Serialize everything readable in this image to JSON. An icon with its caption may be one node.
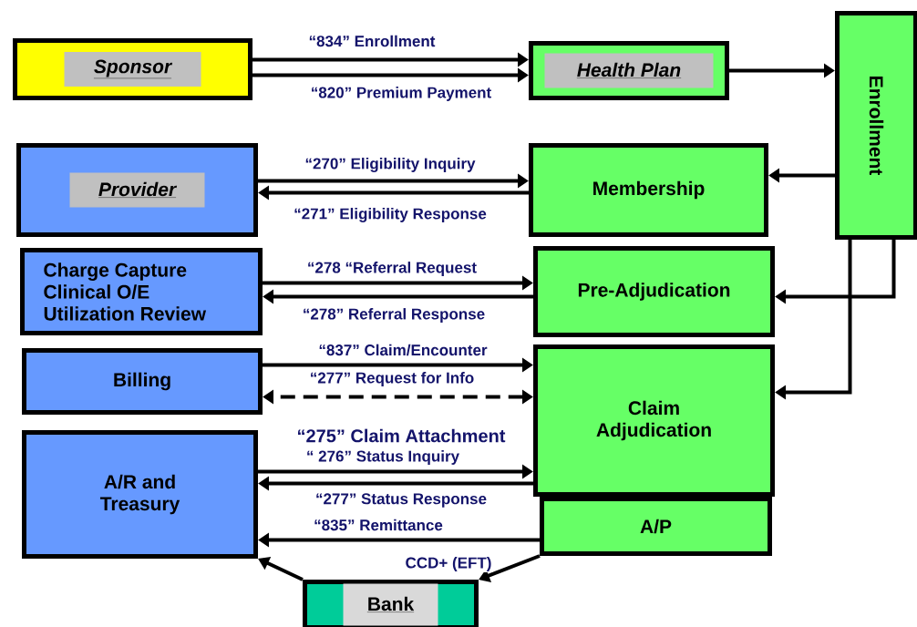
{
  "diagram": {
    "nodes": [
      {
        "text": [
          "Sponsor"
        ]
      },
      {
        "text": [
          "Health Plan"
        ]
      },
      {
        "text": [
          "Enrollment"
        ]
      },
      {
        "text": [
          "Provider"
        ]
      },
      {
        "text": [
          "Membership"
        ]
      },
      {
        "text": [
          "Charge Capture Clinical O/E Utilization Review"
        ]
      },
      {
        "text": [
          "Pre-Adjudication"
        ]
      },
      {
        "text": [
          "Billing"
        ]
      },
      {
        "text": [
          "Claim Adjudication"
        ]
      },
      {
        "text": [
          "A/R and Treasury"
        ]
      },
      {
        "text": [
          "A/P"
        ]
      },
      {
        "text": [
          "Bank"
        ]
      }
    ],
    "edges": [
      {
        "from": 0,
        "to": 1,
        "arrow": "to",
        "label": "“834” Enrollment"
      },
      {
        "from": 0,
        "to": 1,
        "arrow": "to",
        "label": "“820” Premium Payment"
      },
      {
        "from": 1,
        "to": 2,
        "arrow": "to"
      },
      {
        "from": 2,
        "to": 4,
        "arrow": "to"
      },
      {
        "from": 3,
        "to": 4,
        "arrow": "to",
        "label": "“270” Eligibility Inquiry"
      },
      {
        "from": 4,
        "to": 3,
        "arrow": "to",
        "label": "“271” Eligibility Response"
      },
      {
        "from": 5,
        "to": 6,
        "arrow": "to",
        "label": "“278 “Referral Request"
      },
      {
        "from": 6,
        "to": 5,
        "arrow": "to",
        "label": "“278” Referral Response"
      },
      {
        "from": 2,
        "to": 6,
        "arrow": "to"
      },
      {
        "from": 2,
        "to": 8,
        "arrow": "to"
      },
      {
        "from": 7,
        "to": 8,
        "arrow": "to",
        "label": "“837” Claim/Encounter"
      },
      {
        "from": 8,
        "to": 7,
        "arrow": "both",
        "label": "“277” Request for Info",
        "style": "dashed"
      },
      {
        "from": 9,
        "to": 8,
        "arrow": "to",
        "label": "“ 276” Status Inquiry"
      },
      {
        "from": 8,
        "to": 9,
        "arrow": "to",
        "label": "“277” Status Response"
      },
      {
        "from": 10,
        "to": 9,
        "arrow": "to",
        "label": "“835” Remittance"
      },
      {
        "from": 11,
        "to": 9,
        "arrow": "to"
      },
      {
        "from": 10,
        "to": 11,
        "arrow": "to",
        "label": "CCD+ (EFT)"
      }
    ],
    "labels": [
      "“275” Claim Attachment"
    ]
  }
}
